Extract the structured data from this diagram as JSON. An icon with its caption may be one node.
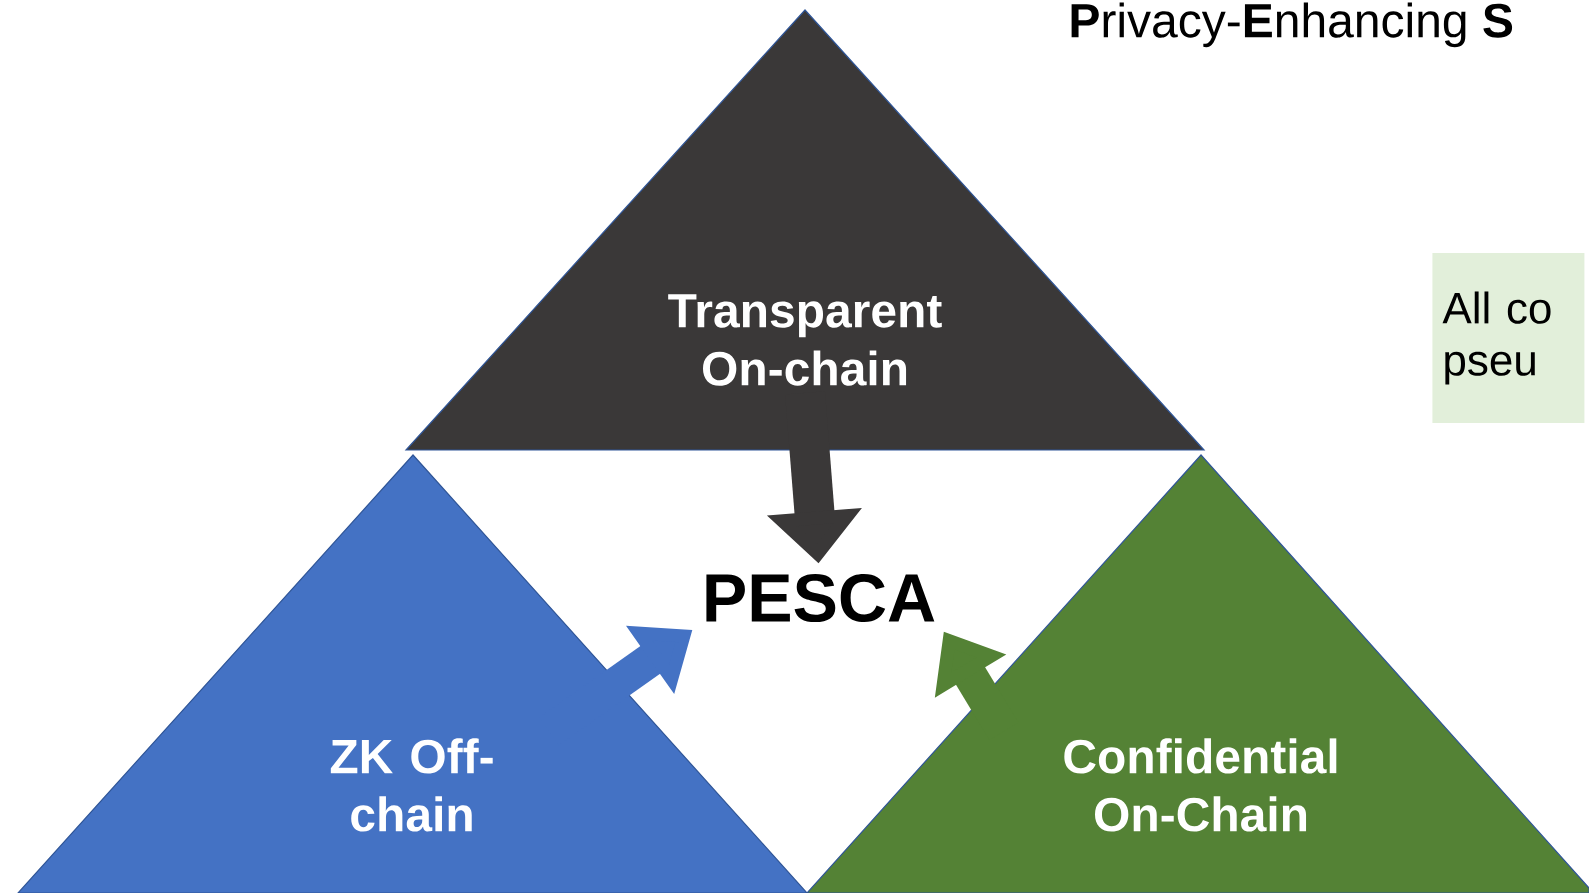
{
  "diagram": {
    "title": "**P**rivacy-**E**nhancing **S**",
    "nodes": [
      {
        "text": [
          "Transparent On-chain"
        ]
      },
      {
        "text": [
          "All co pseu"
        ]
      },
      {
        "text": [
          "PESCA"
        ]
      },
      {
        "text": [
          "ZK Off-chain"
        ]
      },
      {
        "text": [
          "Confidential On-Chain"
        ]
      }
    ],
    "edges": [
      {
        "from": 0,
        "to": 2,
        "arrow": "to",
        "color": "#3a3838"
      },
      {
        "from": 3,
        "to": 2,
        "arrow": "to",
        "color": "#4472c4"
      },
      {
        "from": 4,
        "to": 2,
        "arrow": "to",
        "color": "#548235"
      }
    ]
  }
}
